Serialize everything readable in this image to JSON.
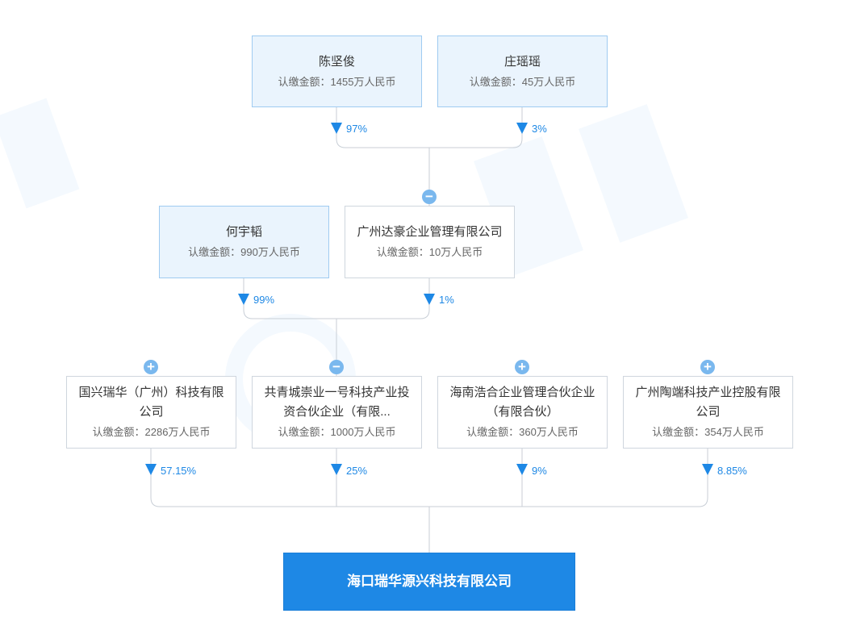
{
  "nodes": {
    "chen": {
      "name": "陈坚俊",
      "amount": "认缴金额：1455万人民币"
    },
    "zhuang": {
      "name": "庄瑶瑶",
      "amount": "认缴金额：45万人民币"
    },
    "he": {
      "name": "何宇韬",
      "amount": "认缴金额：990万人民币"
    },
    "dahao": {
      "name": "广州达豪企业管理有限公司",
      "amount": "认缴金额：10万人民币"
    },
    "guoxing": {
      "name": "国兴瑞华（广州）科技有限公司",
      "amount": "认缴金额：2286万人民币"
    },
    "gongqing": {
      "name": "共青城崇业一号科技产业投资合伙企业（有限...",
      "amount": "认缴金额：1000万人民币"
    },
    "hainan": {
      "name": "海南浩合企业管理合伙企业（有限合伙）",
      "amount": "认缴金额：360万人民币"
    },
    "taoduan": {
      "name": "广州陶端科技产业控股有限公司",
      "amount": "认缴金额：354万人民币"
    },
    "target": {
      "name": "海口瑞华源兴科技有限公司"
    }
  },
  "percentages": {
    "chen": "97%",
    "zhuang": "3%",
    "he": "99%",
    "dahao": "1%",
    "guoxing": "57.15%",
    "gongqing": "25%",
    "hainan": "9%",
    "taoduan": "8.85%"
  },
  "toggles": {
    "dahao": "−",
    "guoxing": "+",
    "gongqing": "−",
    "hainan": "+",
    "taoduan": "+"
  },
  "colors": {
    "accent": "#1e88e5",
    "person_bg": "#eaf4fd",
    "person_border": "#9fcbf1",
    "line": "#c8ced6",
    "toggle": "#7ab8ee"
  }
}
